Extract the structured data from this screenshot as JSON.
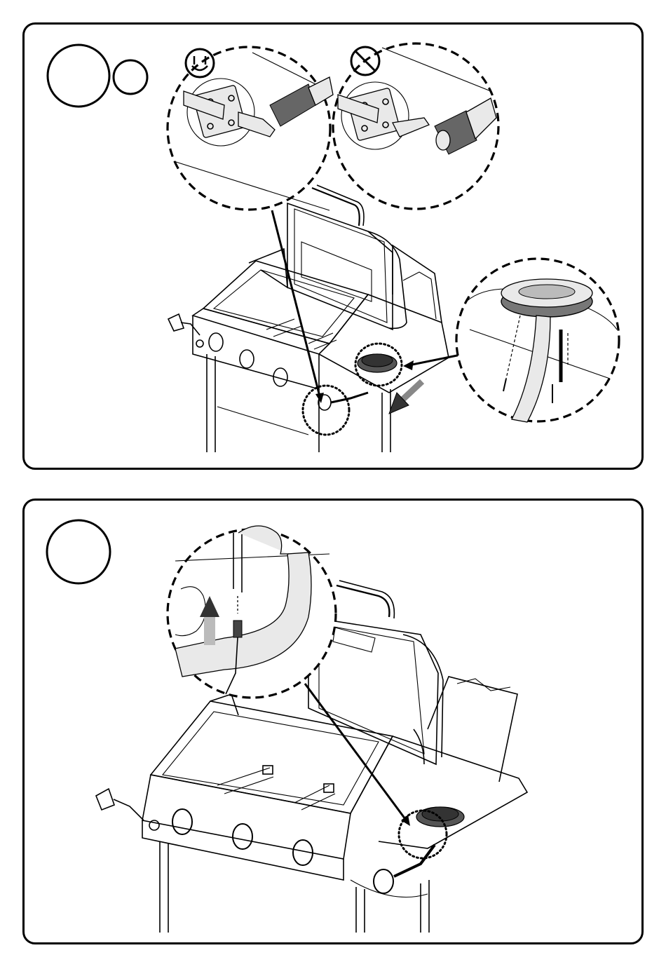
{
  "steps": [
    {
      "id": "step-1",
      "number_text": "",
      "sub_number_text": "",
      "views": [
        "correct-connection-detail",
        "incorrect-connection-detail",
        "side-burner-detail"
      ],
      "icons": [
        "smiley-ok-icon",
        "prohibited-icon",
        "arrow-icon"
      ]
    },
    {
      "id": "step-2",
      "number_text": "",
      "views": [
        "electrode-wire-detail"
      ],
      "icons": [
        "up-arrow-icon"
      ]
    }
  ],
  "colors": {
    "line": "#000000",
    "metal": "#e9e9e9",
    "burner": "#555555",
    "background": "#ffffff"
  }
}
